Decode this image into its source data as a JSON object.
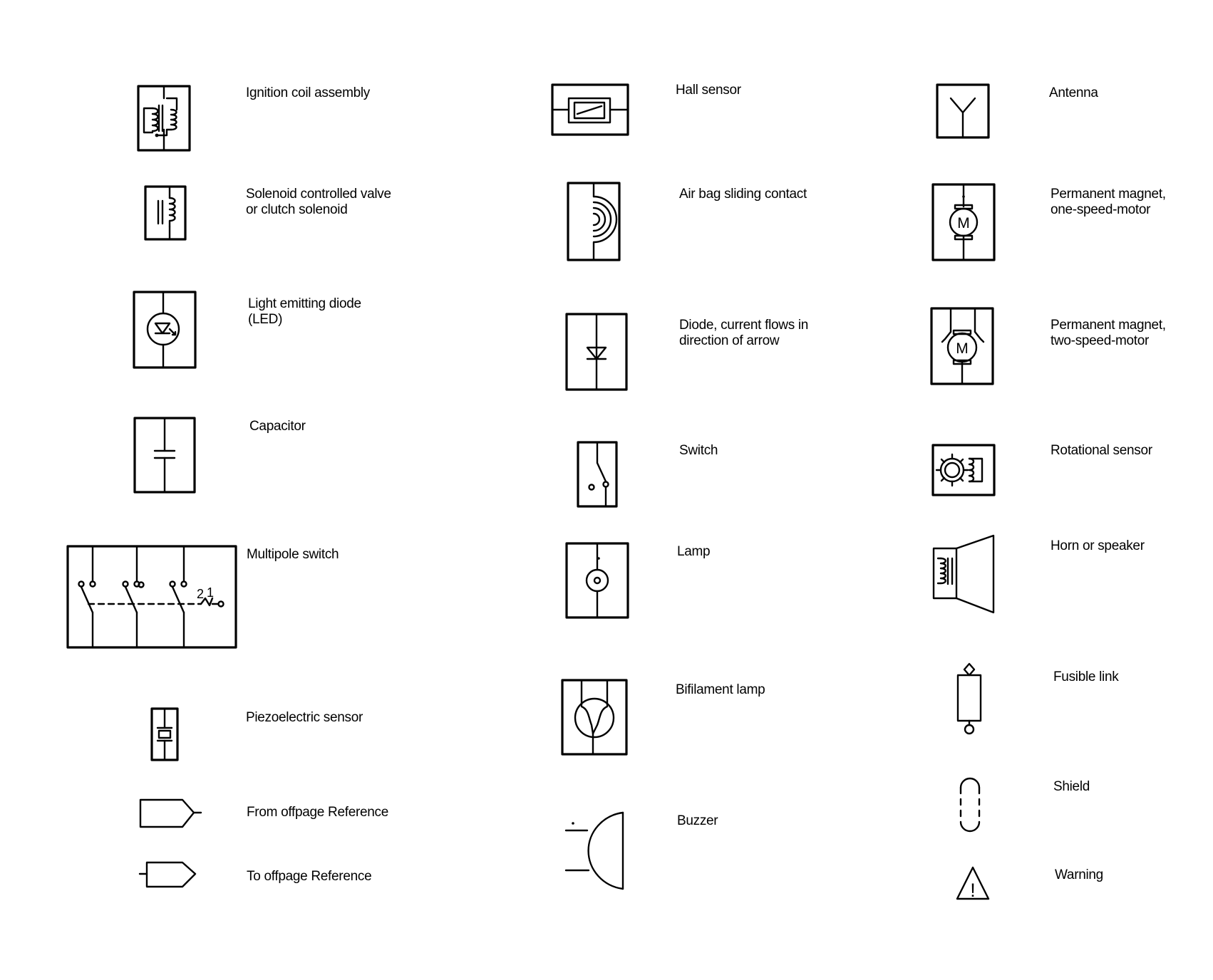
{
  "labels": {
    "ignition_coil": "Ignition coil assembly",
    "solenoid_valve": "Solenoid controlled valve\nor clutch solenoid",
    "led": "Light emitting diode\n(LED)",
    "capacitor": "Capacitor",
    "multipole_switch": "Multipole switch",
    "piezoelectric_sensor": "Piezoelectric sensor",
    "from_offpage": "From offpage Reference",
    "to_offpage": "To offpage Reference",
    "hall_sensor": "Hall sensor",
    "airbag_contact": "Air bag sliding contact",
    "diode": "Diode, current flows in\ndirection of arrow",
    "switch": "Switch",
    "lamp": "Lamp",
    "bifilament_lamp": "Bifilament lamp",
    "buzzer": "Buzzer",
    "antenna": "Antenna",
    "motor_one_speed": "Permanent magnet,\none-speed-motor",
    "motor_two_speed": "Permanent magnet,\ntwo-speed-motor",
    "rotational_sensor": "Rotational sensor",
    "horn_speaker": "Horn or speaker",
    "fusible_link": "Fusible link",
    "shield": "Shield",
    "warning": "Warning"
  },
  "glyphs": {
    "motor_letter": "M",
    "multipole_pos_2": "2",
    "multipole_pos_1": "1",
    "warning_mark": "!"
  }
}
